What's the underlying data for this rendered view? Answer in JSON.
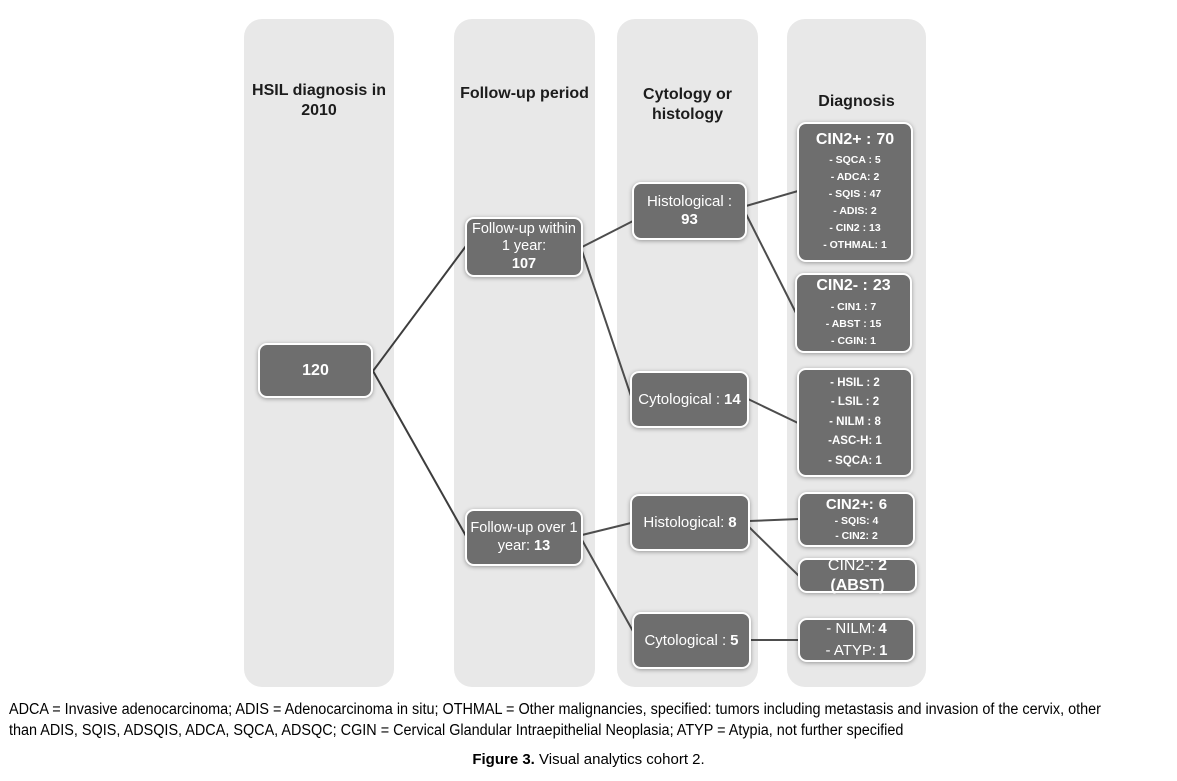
{
  "figure": {
    "columns": [
      {
        "header": "HSIL diagnosis in 2010"
      },
      {
        "header": "Follow-up period"
      },
      {
        "header": "Cytology or histology"
      },
      {
        "header": "Diagnosis"
      }
    ],
    "nodes": {
      "root": {
        "value": "120"
      },
      "fu_within": {
        "label": "Follow-up within 1 year:",
        "value": "107"
      },
      "fu_over": {
        "label": "Follow-up over 1 year:",
        "value": "13"
      },
      "hist93": {
        "label": "Histological :",
        "value": "93"
      },
      "cyto14": {
        "label": "Cytological :",
        "value": "14"
      },
      "hist8": {
        "label": "Histological:",
        "value": "8"
      },
      "cyto5": {
        "label": "Cytological :",
        "value": "5"
      },
      "d70": {
        "title_label": "CIN2+ :",
        "title_value": "70",
        "items": [
          "- SQCA : 5",
          "- ADCA: 2",
          "- SQIS : 47",
          "- ADIS: 2",
          "- CIN2 : 13",
          "- OTHMAL: 1"
        ]
      },
      "d23": {
        "title_label": "CIN2- :",
        "title_value": "23",
        "items": [
          "- CIN1 : 7",
          "- ABST : 15",
          "- CGIN: 1"
        ]
      },
      "dcy": {
        "items": [
          "- HSIL : 2",
          "- LSIL : 2",
          "- NILM : 8",
          "-ASC-H: 1",
          "- SQCA: 1"
        ]
      },
      "d6": {
        "title_label": "CIN2+:",
        "title_value": "6",
        "items": [
          "- SQIS: 4",
          "- CIN2: 2"
        ]
      },
      "d2": {
        "label": "CIN2-:",
        "value": "2 (ABST)"
      },
      "dn": {
        "items": [
          {
            "label": "- NILM:",
            "value": "4"
          },
          {
            "label": "- ATYP:",
            "value": "1"
          }
        ]
      }
    }
  },
  "footnote": {
    "lines": [
      "ADCA = Invasive adenocarcinoma; ADIS = Adenocarcinoma in situ; OTHMAL = Other malignancies, specified: tumors including metastasis and invasion of the cervix, other",
      "than ADIS, SQIS, ADSQIS, ADCA, SQCA, ADSQC; CGIN = Cervical Glandular Intraepithelial Neoplasia; ATYP = Atypia, not further specified"
    ]
  },
  "caption": {
    "prefix": "Figure 3.",
    "text": "Visual analytics cohort 2."
  },
  "colors": {
    "column_bg": "#e8e8e8",
    "node_bg": "#6e6e6e",
    "node_border": "#ffffff",
    "node_text": "#ffffff",
    "connector": "#4d4d4d",
    "text": "#000000"
  }
}
